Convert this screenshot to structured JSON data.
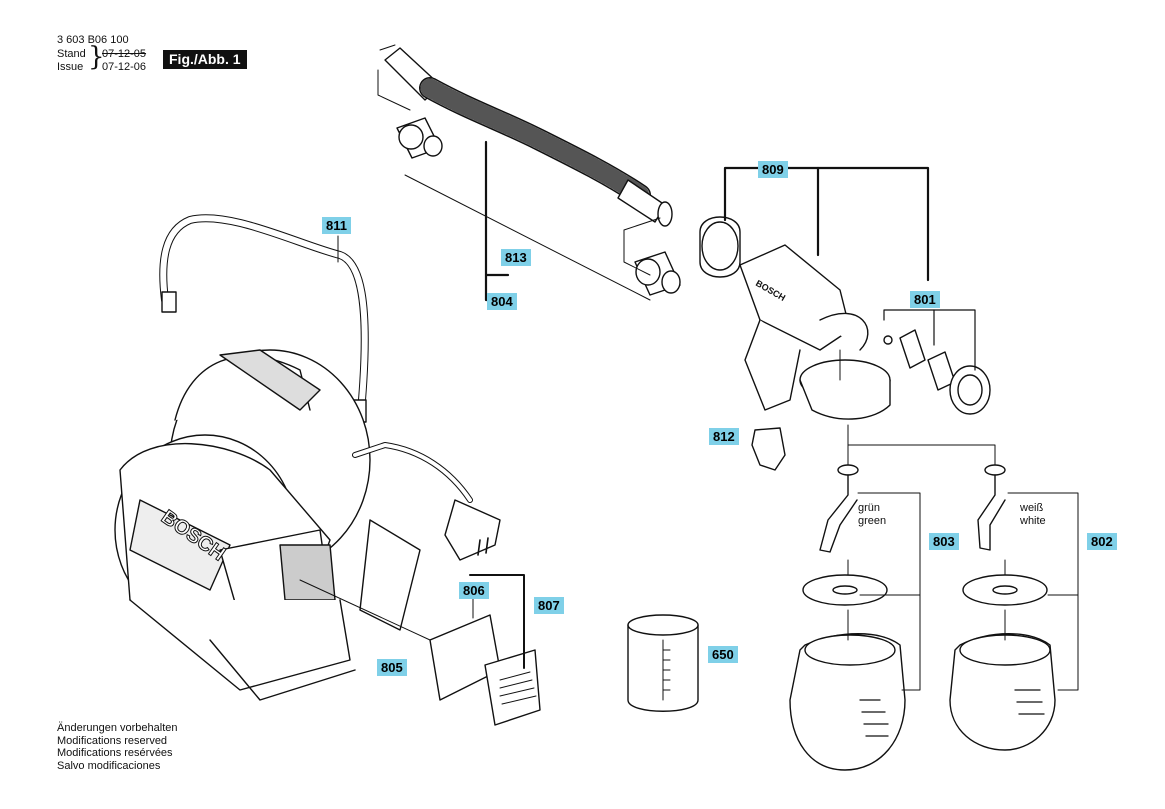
{
  "header": {
    "part_number": "3 603 B06 100",
    "stand_label": "Stand",
    "issue_label": "Issue",
    "stand_date": "07-12-05",
    "issue_date": "07-12-06",
    "figure": "Fig./Abb. 1"
  },
  "labels": {
    "p811": "811",
    "p813": "813",
    "p804": "804",
    "p809": "809",
    "p801": "801",
    "p812": "812",
    "p803": "803",
    "p802": "802",
    "p806": "806",
    "p807": "807",
    "p805": "805",
    "p650": "650"
  },
  "nozzle_left": {
    "line1": "grün",
    "line2": "green"
  },
  "nozzle_right": {
    "line1": "weiß",
    "line2": "white"
  },
  "brand": "BOSCH",
  "footer": [
    "Änderungen vorbehalten",
    "Modifications reserved",
    "Modifications resérvées",
    "Salvo modificaciones"
  ]
}
